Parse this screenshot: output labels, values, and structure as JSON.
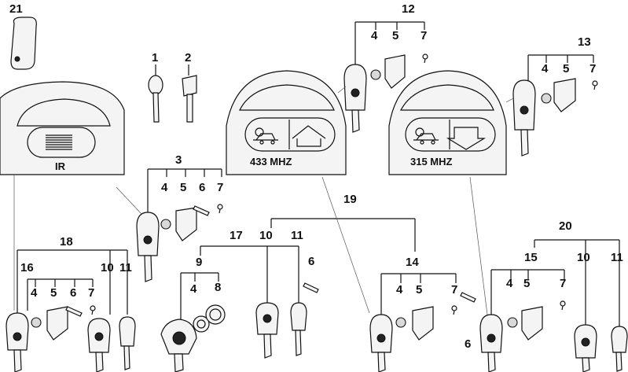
{
  "labels": {
    "n21": "21",
    "n1": "1",
    "n2": "2",
    "n3": "3",
    "n12": "12",
    "n13": "13",
    "n18": "18",
    "n16": "16",
    "n17": "17",
    "n19": "19",
    "n14": "14",
    "n20": "20",
    "n15": "15",
    "n9": "9",
    "n8": "8",
    "n4a": "4",
    "n5a": "5",
    "n7a": "7",
    "n4b": "4",
    "n5b": "5",
    "n7b": "7",
    "n4c": "4",
    "n5c": "5",
    "n6c": "6",
    "n7c": "7",
    "n4d": "4",
    "n5d": "5",
    "n6d": "6",
    "n7d": "7",
    "n10d": "10",
    "n11d": "11",
    "n4e": "4",
    "n10f": "10",
    "n11f": "11",
    "n6f": "6",
    "n4g": "4",
    "n5g": "5",
    "n7g": "7",
    "n6g": "6",
    "n4h": "4",
    "n5h": "5",
    "n7h": "7",
    "n10h": "10",
    "n11h": "11"
  },
  "cards": {
    "ir": "IR",
    "f433": "433 MHZ",
    "f315": "315 MHZ"
  },
  "colors": {
    "ink": "#111111",
    "paper": "#ffffff",
    "fill": "#f4f4f4"
  }
}
